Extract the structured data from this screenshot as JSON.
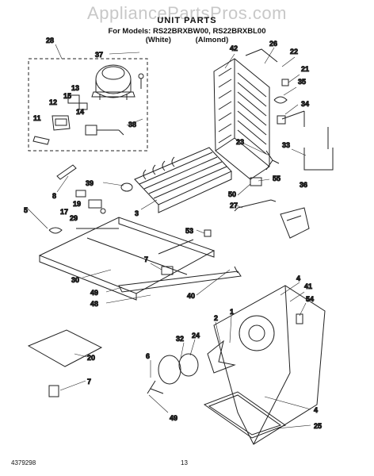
{
  "watermark": "AppliancePartsPros.com",
  "title": "UNIT PARTS",
  "models_line": "For Models: RS22BRXBW00, RS22BRXBL00",
  "color_white": "(White)",
  "color_almond": "(Almond)",
  "part_number": "4379298",
  "page_number": "13",
  "callouts": {
    "c28": "28",
    "c37": "37",
    "c13": "13",
    "c15": "15",
    "c12": "12",
    "c14": "14",
    "c11": "11",
    "c38": "38",
    "c42": "42",
    "c26": "26",
    "c22": "22",
    "c21": "21",
    "c35": "35",
    "c34": "34",
    "c23": "23",
    "c33": "33",
    "c39": "39",
    "c8": "8",
    "c19": "19",
    "c17": "17",
    "c29": "29",
    "c5": "5",
    "c3": "3",
    "c50": "50",
    "c55": "55",
    "c27": "27",
    "c36": "36",
    "c53": "53",
    "c7a": "7",
    "c30": "30",
    "c49a": "49",
    "c48": "48",
    "c40": "40",
    "c4a": "4",
    "c41": "41",
    "c54": "54",
    "c2": "2",
    "c1": "1",
    "c32": "32",
    "c24": "24",
    "c6": "6",
    "c20": "20",
    "c7b": "7",
    "c49b": "49",
    "c4b": "4",
    "c25": "25"
  }
}
